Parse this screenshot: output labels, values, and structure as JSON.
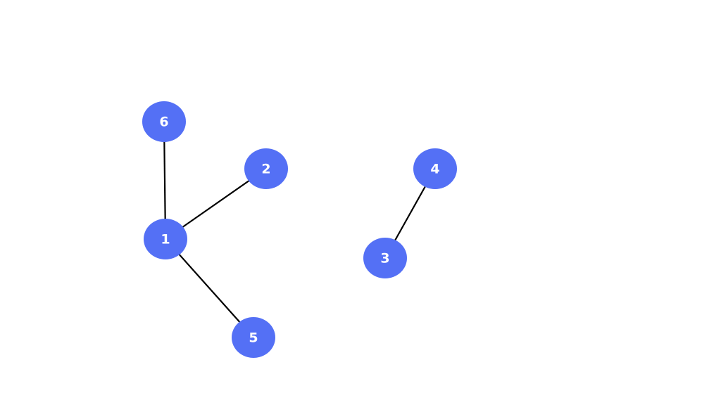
{
  "diagram": {
    "type": "graph",
    "node_color": "#5470f5",
    "edge_color": "#000000",
    "background": "#ffffff",
    "nodes": [
      {
        "id": "6",
        "label": "6"
      },
      {
        "id": "2",
        "label": "2"
      },
      {
        "id": "4",
        "label": "4"
      },
      {
        "id": "1",
        "label": "1"
      },
      {
        "id": "3",
        "label": "3"
      },
      {
        "id": "5",
        "label": "5"
      }
    ],
    "edges": [
      {
        "from": "6",
        "to": "1"
      },
      {
        "from": "1",
        "to": "2"
      },
      {
        "from": "1",
        "to": "5"
      },
      {
        "from": "4",
        "to": "3"
      }
    ]
  }
}
